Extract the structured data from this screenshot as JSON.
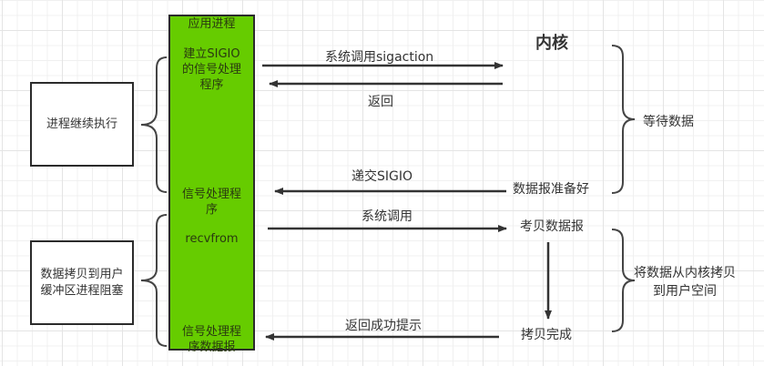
{
  "app_process": {
    "header": "应用进程",
    "step1": "建立SIGIO的信号处理程序",
    "step2": "信号处理程序",
    "step3": "recvfrom",
    "step4": "信号处理程序数据报"
  },
  "kernel": {
    "title": "内核",
    "data_ready": "数据报准备好",
    "copy_datagram": "考贝数据报",
    "copy_done": "拷贝完成"
  },
  "arrows": {
    "sigaction_call": "系统调用sigaction",
    "return": "返回",
    "deliver_sigio": "递交SIGIO",
    "syscall": "系统调用",
    "return_success": "返回成功提示"
  },
  "phases": {
    "wait_data": "等待数据",
    "copy_to_user": "将数据从内核拷贝到用户空间"
  },
  "left_boxes": {
    "continue": "进程继续执行",
    "blocked": "数据拷贝到用户缓冲区进程阻塞"
  }
}
